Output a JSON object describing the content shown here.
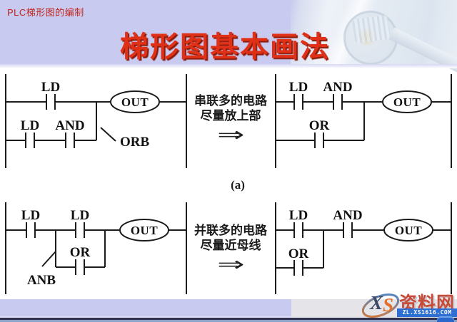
{
  "header": {
    "breadcrumb": "PLC梯形图的编制",
    "title": "梯形图基本画法"
  },
  "row_a": {
    "left": {
      "c1": "LD",
      "c2": "LD",
      "c3": "AND",
      "coil": "OUT",
      "note": "ORB"
    },
    "middle": {
      "line1": "串联多的电路",
      "line2": "尽量放上部",
      "arrow": "⇒"
    },
    "right": {
      "c1": "LD",
      "c2": "AND",
      "c3": "OR",
      "coil": "OUT"
    },
    "caption": "(a)"
  },
  "row_b": {
    "left": {
      "c1": "LD",
      "c2": "LD",
      "c3": "OR",
      "coil": "OUT",
      "note": "ANB"
    },
    "middle": {
      "line1": "并联多的电路",
      "line2": "尽量近母线",
      "arrow": "⇒"
    },
    "right": {
      "c1": "LD",
      "c2": "AND",
      "c3": "OR",
      "coil": "OUT"
    }
  },
  "watermark": {
    "logo_x": "X",
    "logo_s": "S",
    "name": "资料网",
    "url": "ZL.XS1616.COM"
  },
  "colors": {
    "header_lavender": "#c9caf0",
    "title_red": "#e03118",
    "breadcrumb_red": "#c0251c",
    "diagram_line": "#1b1b1b",
    "bottom_navy": "#31314e",
    "bottom_steel": "#8ba2c9",
    "watermark_url_bar": "#2d6fd3",
    "watermark_orange": "#e2702a",
    "watermark_red": "#c84a38"
  }
}
